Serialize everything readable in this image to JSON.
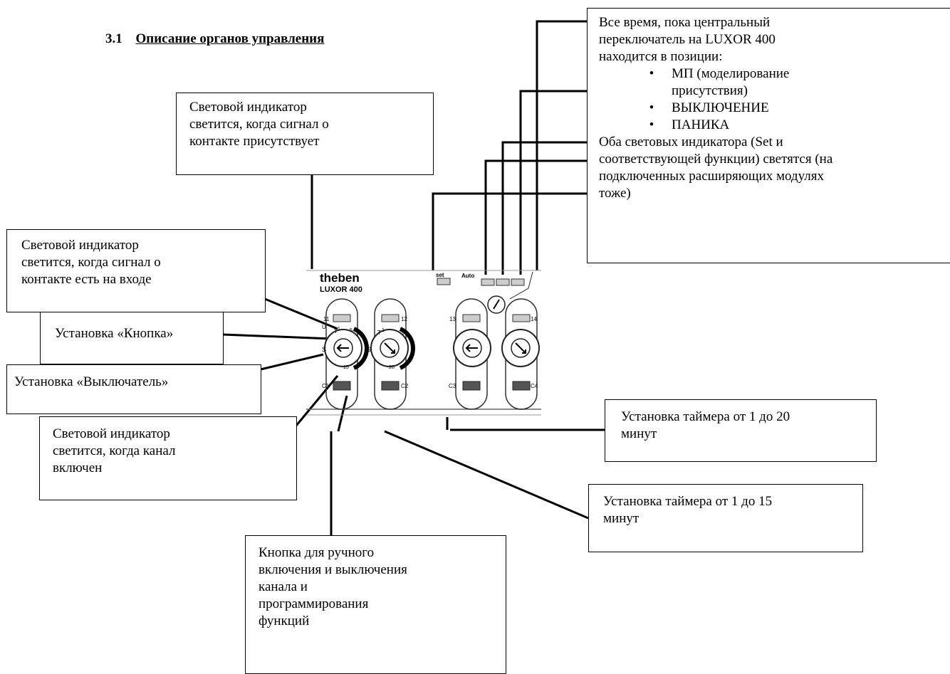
{
  "heading": {
    "number": "3.1",
    "title": "Описание органов управления"
  },
  "device": {
    "brand": "theben",
    "model": "LUXOR 400",
    "set_label": "set",
    "auto_label": "Auto",
    "scale_left": {
      "t": "T",
      "min": "1",
      "mid": "5",
      "max": "15",
      "s": "S",
      "u": "U"
    },
    "scale_right": {
      "t": "T",
      "min": "1",
      "mid": "5",
      "max": "20",
      "s": "S"
    },
    "top_labels": [
      "11",
      "12",
      "13",
      "14"
    ],
    "bottom_labels": [
      "C1",
      "C2",
      "C3",
      "C4"
    ]
  },
  "callouts": {
    "signal_present": [
      "Световой индикатор",
      "светится, когда сигнал о",
      "контакте присутствует"
    ],
    "signal_input": [
      "Световой индикатор",
      "светится, когда  сигнал о",
      "контакте есть на входе"
    ],
    "button_mode": "Установка «Кнопка»",
    "switch_mode": "Установка «Выключатель»",
    "channel_on": [
      "Световой индикатор",
      "светится, когда канал",
      "включен"
    ],
    "manual_button": [
      "Кнопка для ручного",
      "включения и выключения",
      "канала и",
      "программирования",
      "функций"
    ],
    "timer_20": [
      "Установка таймера от 1 до 20",
      "минут"
    ],
    "timer_15": [
      "Установка таймера от 1 до 15",
      "минут"
    ],
    "central": {
      "intro": [
        "Все время, пока центральный",
        "переключатель на LUXOR 400",
        "находится в позиции:"
      ],
      "bullets": [
        "МП (моделирование",
        "присутствия)",
        "ВЫКЛЮЧЕНИЕ",
        "ПАНИКА"
      ],
      "outro": [
        "Оба световых индикатора (Set и",
        "соответствующей функции) светятся (на",
        "подключенных расширяющих модулях",
        "тоже)"
      ]
    }
  }
}
